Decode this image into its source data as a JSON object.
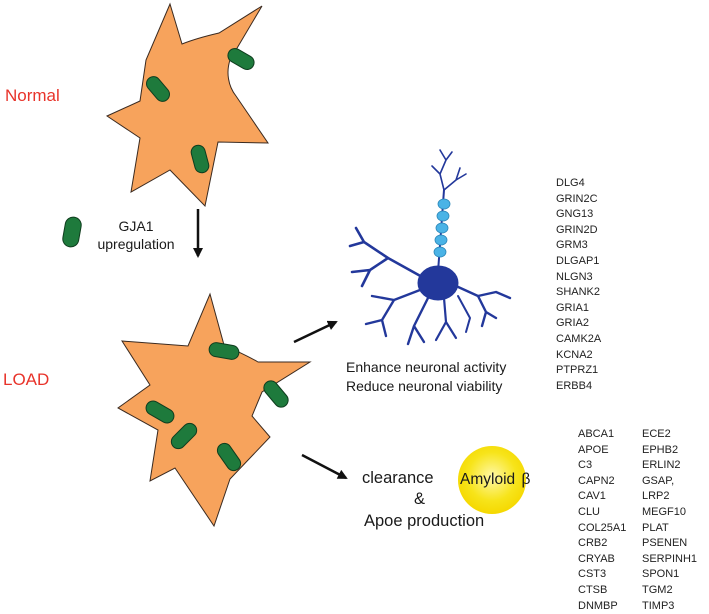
{
  "colors": {
    "astrocyte": "#f7a35c",
    "astrocyte_stroke": "#3a2a20",
    "gja1": "#1e7a3c",
    "gja1_stroke": "#0f3d1e",
    "neuron": "#23389b",
    "dendrite_bead": "#4ab3e6",
    "amyloid_fill": "#f7e41a",
    "state_label": "#e8332a",
    "arrow": "#111111"
  },
  "icons": {
    "astrocyte": "astrocyte-cell-icon",
    "gja1": "gja1-channel-icon",
    "neuron": "neuron-icon",
    "amyloid": "amyloid-beta-plaque-icon",
    "arrow": "arrow-icon"
  },
  "labels": {
    "normal": "Normal",
    "load": "LOAD",
    "gja1_line1": "GJA1",
    "gja1_line2": "upregulation",
    "neuron_effect_line1": "Enhance neuronal activity",
    "neuron_effect_line2": "Reduce neuronal viability",
    "clearance": "clearance",
    "ampersand": "&",
    "apoe_production": "Apoe production",
    "amyloid": "Amyloid",
    "beta": "β"
  },
  "neuronal_genes": [
    "DLG4",
    "GRIN2C",
    "GNG13",
    "GRIN2D",
    "GRM3",
    "DLGAP1",
    "NLGN3",
    "SHANK2",
    "GRIA1",
    "GRIA2",
    "CAMK2A",
    "KCNA2",
    "PTPRZ1",
    "ERBB4"
  ],
  "amyloid_genes_col1": [
    "ABCA1",
    "APOE",
    "C3",
    "CAPN2",
    "CAV1",
    "CLU",
    "COL25A1",
    "CRB2",
    "CRYAB",
    "CST3",
    "CTSB",
    "DNMBP"
  ],
  "amyloid_genes_col2": [
    "ECE2",
    "EPHB2",
    "ERLIN2",
    "GSAP,",
    "LRP2",
    "MEGF10",
    "PLAT",
    "PSENEN",
    "SERPINH1",
    "SPON1",
    "TGM2",
    "TIMP3"
  ]
}
